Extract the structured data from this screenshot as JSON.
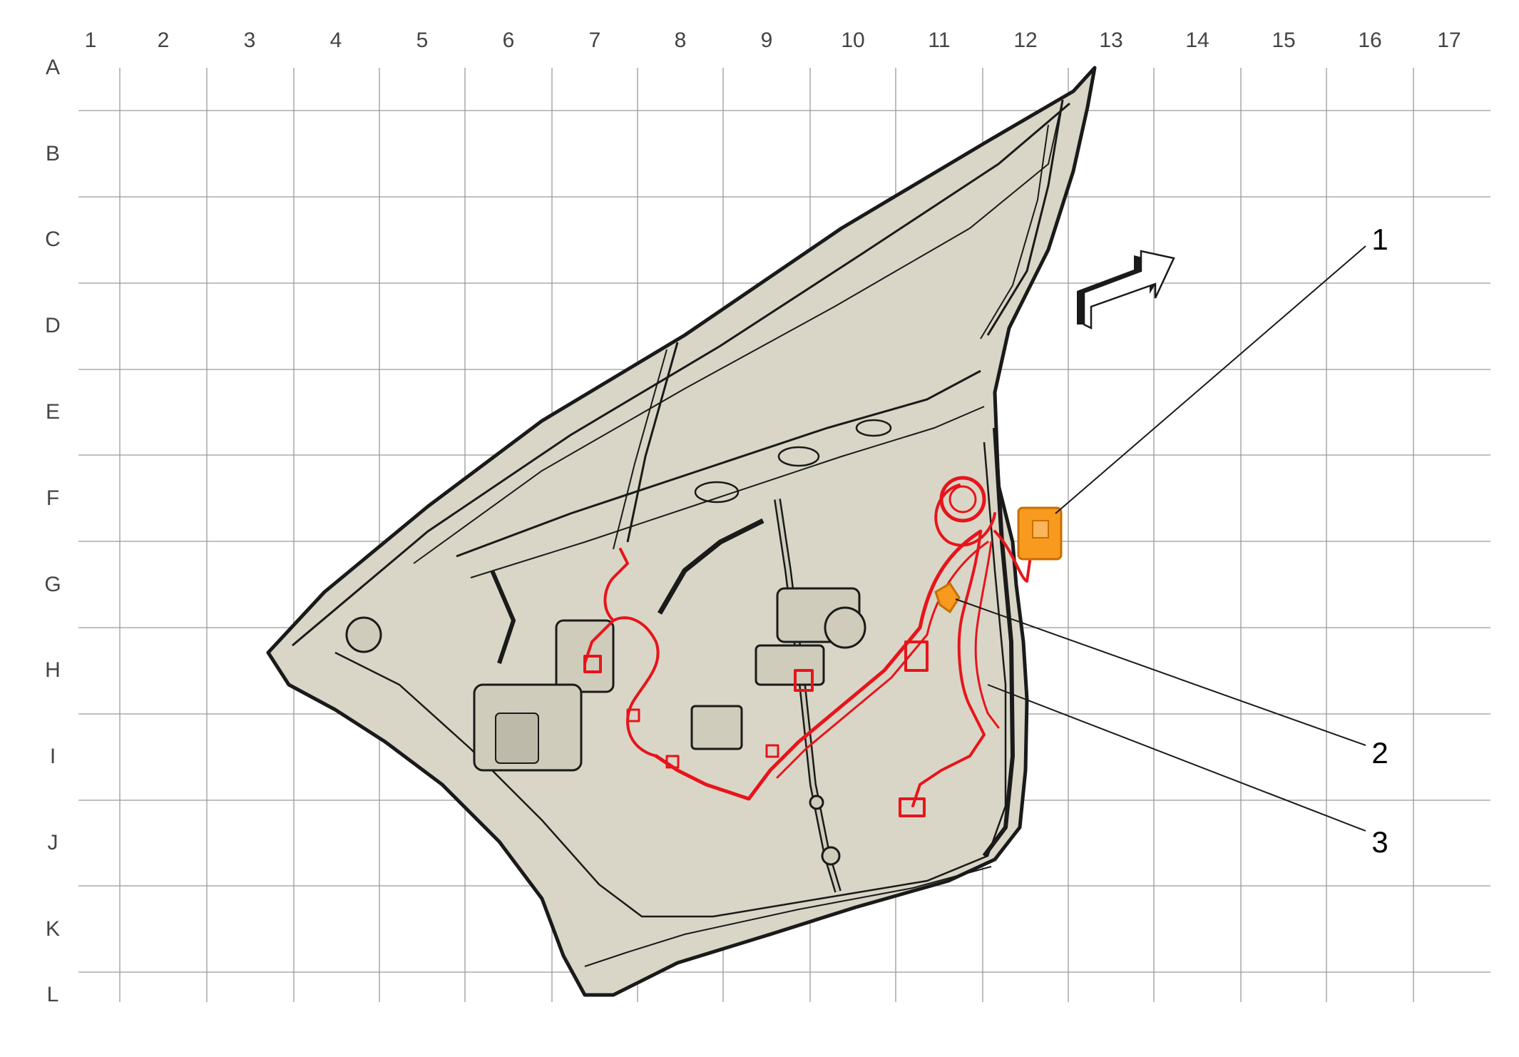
{
  "grid": {
    "columns": [
      "1",
      "2",
      "3",
      "4",
      "5",
      "6",
      "7",
      "8",
      "9",
      "10",
      "11",
      "12",
      "13",
      "14",
      "15",
      "16",
      "17"
    ],
    "rows": [
      "A",
      "B",
      "C",
      "D",
      "E",
      "F",
      "G",
      "H",
      "I",
      "J",
      "K",
      "L"
    ]
  },
  "callouts": [
    "1",
    "2",
    "3"
  ],
  "colors": {
    "door_fill": "#d9d6c7",
    "outline": "#1a1a1a",
    "harness": "#e8141b",
    "highlight": "#f79a1e",
    "grid": "#9a9a9a"
  },
  "icons": [
    "direction-arrow-icon"
  ]
}
